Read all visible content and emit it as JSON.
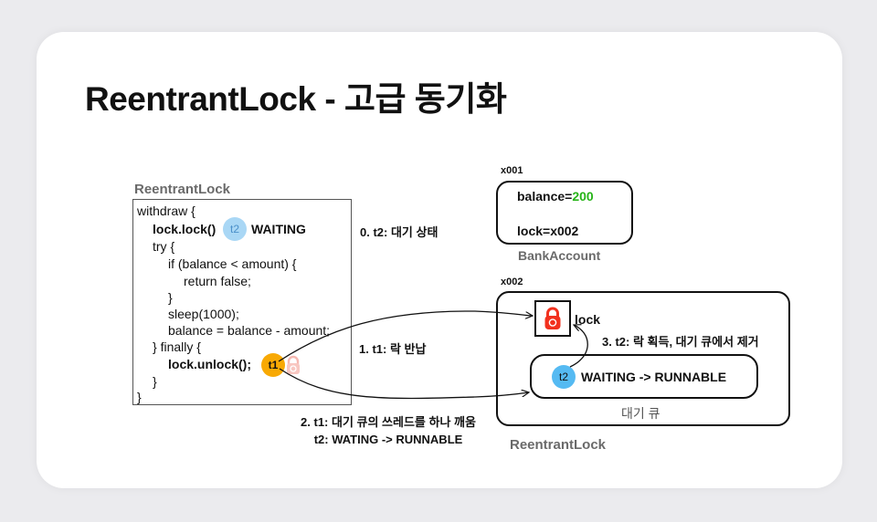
{
  "title": "ReentrantLock - 고급 동기화",
  "code_panel": {
    "caption": "ReentrantLock",
    "lines": [
      "withdraw {",
      "lock.lock()",
      "try {",
      "if (balance < amount) {",
      "return false;",
      "}",
      "sleep(1000);",
      "balance = balance - amount;",
      "} finally {",
      "lock.unlock();",
      "}",
      "}"
    ],
    "t2_badge": "t2",
    "t2_state": "WAITING",
    "t1_badge": "t1"
  },
  "steps": {
    "step0": "0. t2: 대기 상태",
    "step1": "1. t1: 락 반납",
    "step2_line1": "2. t1: 대기 큐의 쓰레드를 하나 깨움",
    "step2_line2": "t2: WATING -> RUNNABLE",
    "step3": "3. t2: 락 획득, 대기 큐에서 제거"
  },
  "bank_account": {
    "address": "x001",
    "balance_label": "balance=",
    "balance_value": "200",
    "lock_ref": "lock=x002",
    "caption": "BankAccount"
  },
  "reentrant_lock_obj": {
    "address": "x002",
    "lock_label": "lock",
    "queue_badge": "t2",
    "queue_state": "WAITING -> RUNNABLE",
    "queue_caption": "대기 큐",
    "caption": "ReentrantLock"
  },
  "colors": {
    "balance_value": "#27b418",
    "lock_red": "#f2311e",
    "t1": "#f8a904",
    "t2": "#55baf2",
    "t2_faded": "#a9d7f5",
    "caption_gray": "#6a6a6a"
  }
}
